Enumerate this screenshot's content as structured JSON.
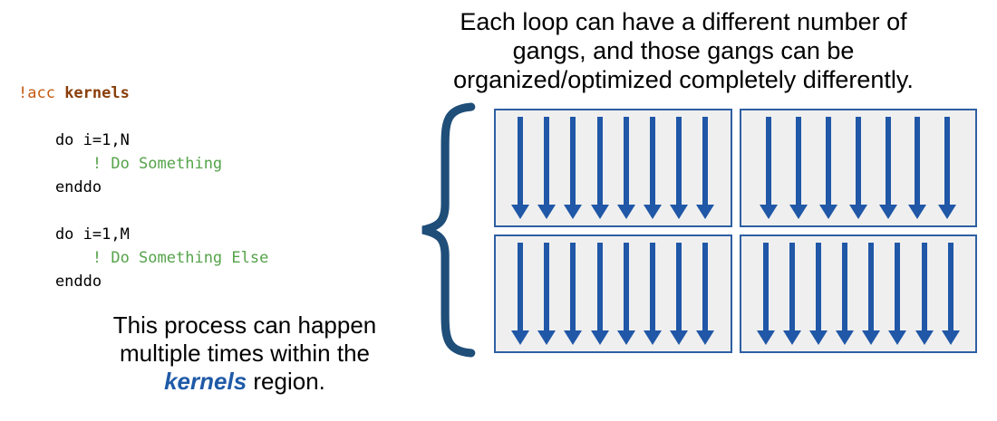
{
  "heading": {
    "line1": "Each loop can have a different number of",
    "line2": "gangs, and those gangs can be",
    "line3": "organized/optimized completely differently."
  },
  "code": {
    "lines": [
      {
        "segments": [
          {
            "text": "!acc ",
            "style": "directive"
          },
          {
            "text": "kernels",
            "style": "keyword"
          }
        ]
      },
      {
        "segments": []
      },
      {
        "segments": [
          {
            "text": "    do i=1,N",
            "style": "plain"
          }
        ]
      },
      {
        "segments": [
          {
            "text": "        ! Do Something",
            "style": "comment"
          }
        ]
      },
      {
        "segments": [
          {
            "text": "    enddo",
            "style": "plain"
          }
        ]
      },
      {
        "segments": []
      },
      {
        "segments": [
          {
            "text": "    do i=1,M",
            "style": "plain"
          }
        ]
      },
      {
        "segments": [
          {
            "text": "        ! Do Something Else",
            "style": "comment"
          }
        ]
      },
      {
        "segments": [
          {
            "text": "    enddo",
            "style": "plain"
          }
        ]
      }
    ]
  },
  "bottom_note": {
    "line1": "This process can happen",
    "line2": "multiple times within the",
    "emphasis": "kernels",
    "line3_rest": " region."
  },
  "gangs": {
    "boxes": [
      {
        "arrows": 8
      },
      {
        "arrows": 7
      },
      {
        "arrows": 8
      },
      {
        "arrows": 8
      }
    ]
  },
  "colors": {
    "arrow-blue": "#2057A7",
    "box-fill": "#EFEFEF",
    "box-border": "#2E5FA3",
    "brace-blue": "#1F4E79",
    "directive-orange": "#C55A11",
    "keyword-brown": "#8A3E0B",
    "comment-green": "#55A34A",
    "kernels-blue": "#1F5AA8",
    "text-black": "#000000"
  }
}
